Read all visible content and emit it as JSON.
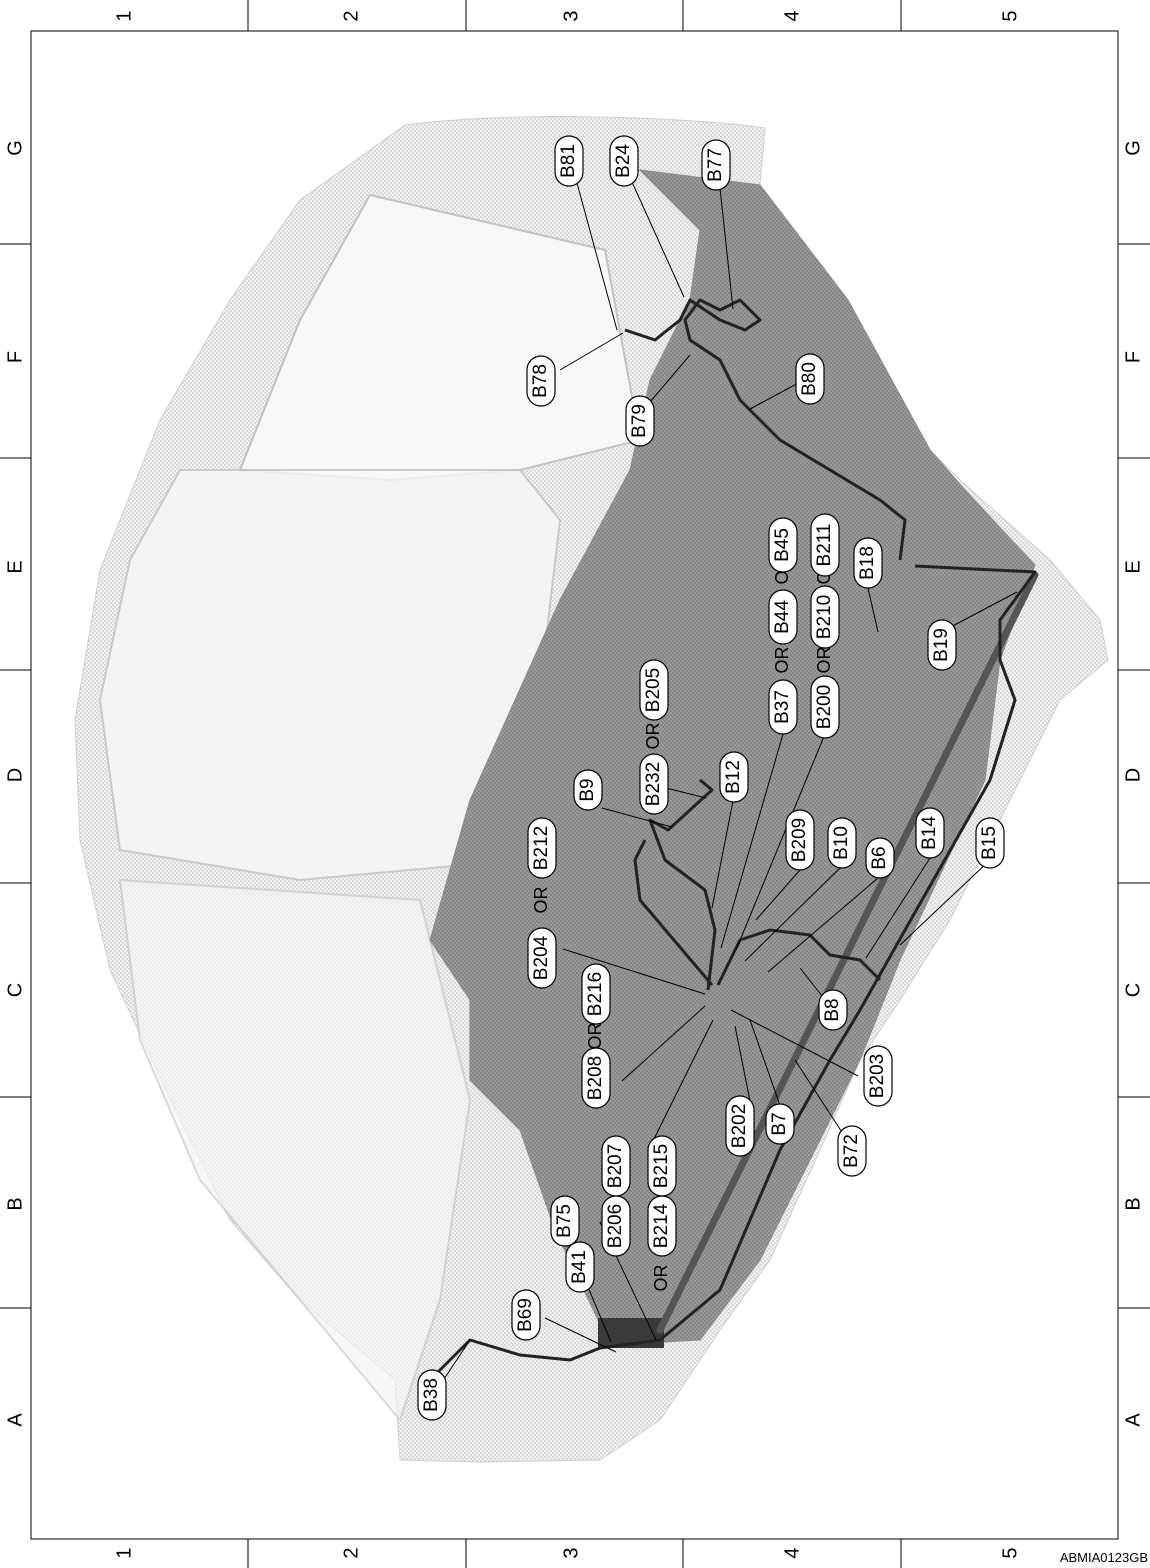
{
  "grid": {
    "columns": [
      "1",
      "2",
      "3",
      "4",
      "5"
    ],
    "rows": [
      "G",
      "F",
      "E",
      "D",
      "C",
      "B",
      "A"
    ]
  },
  "diagram_code": "ABMIA0123GB",
  "or_word": "OR",
  "connectors": {
    "b38": "B38",
    "b69": "B69",
    "b41": "B41",
    "b75": "B75",
    "b206": "B206",
    "b207": "B207",
    "b214": "B214",
    "b215": "B215",
    "b202": "B202",
    "b7": "B7",
    "b72": "B72",
    "b208": "B208",
    "b216": "B216",
    "b204": "B204",
    "b212": "B212",
    "b203": "B203",
    "b8": "B8",
    "b9": "B9",
    "b232": "B232",
    "b205": "B205",
    "b12": "B12",
    "b37": "B37",
    "b200": "B200",
    "b209": "B209",
    "b10": "B10",
    "b6": "B6",
    "b14": "B14",
    "b15": "B15",
    "b44": "B44",
    "b210": "B210",
    "b45": "B45",
    "b211": "B211",
    "b18": "B18",
    "b19": "B19",
    "b78": "B78",
    "b79": "B79",
    "b80": "B80",
    "b81": "B81",
    "b24": "B24",
    "b77": "B77"
  }
}
